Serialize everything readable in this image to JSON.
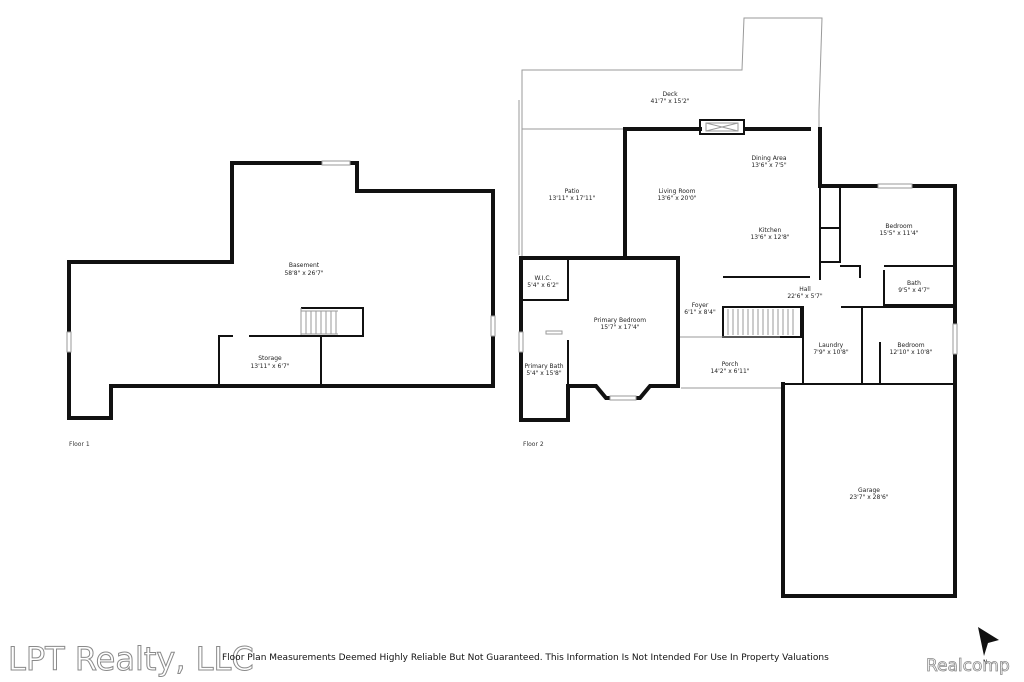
{
  "floors": [
    {
      "label": "Floor 1",
      "rooms": [
        {
          "name": "Basement",
          "dims": "58'8\" x 26'7\""
        },
        {
          "name": "Storage",
          "dims": "13'11\" x 6'7\""
        }
      ]
    },
    {
      "label": "Floor 2",
      "rooms": [
        {
          "name": "Deck",
          "dims": "41'7\" x 15'2\""
        },
        {
          "name": "Dining Area",
          "dims": "13'6\" x 7'5\""
        },
        {
          "name": "Patio",
          "dims": "13'11\" x 17'11\""
        },
        {
          "name": "Living Room",
          "dims": "13'6\" x 20'0\""
        },
        {
          "name": "Kitchen",
          "dims": "13'6\" x 12'8\""
        },
        {
          "name": "Bedroom",
          "dims": "15'5\" x 11'4\""
        },
        {
          "name": "Hall",
          "dims": "22'6\" x 5'7\""
        },
        {
          "name": "Bath",
          "dims": "9'5\" x 4'7\""
        },
        {
          "name": "W.I.C.",
          "dims": "5'4\" x 6'2\""
        },
        {
          "name": "Primary Bedroom",
          "dims": "15'7\" x 17'4\""
        },
        {
          "name": "Foyer",
          "dims": "6'1\" x 8'4\""
        },
        {
          "name": "Laundry",
          "dims": "7'9\" x 10'8\""
        },
        {
          "name": "Bedroom",
          "dims": "12'10\" x 10'8\""
        },
        {
          "name": "Porch",
          "dims": "14'2\" x 6'11\""
        },
        {
          "name": "Primary Bath",
          "dims": "5'4\" x 15'8\""
        },
        {
          "name": "Garage",
          "dims": "23'7\" x 28'6\""
        }
      ]
    }
  ],
  "disclaimer": "Floor Plan Measurements Deemed Highly Reliable But Not Guaranteed. This Information Is Not Intended For Use In Property Valuations",
  "watermarks": {
    "brokerage": "LPT Realty, LLC",
    "mls": "Realcomp"
  },
  "compass": {
    "icon": "north-arrow-icon",
    "label": "N"
  }
}
